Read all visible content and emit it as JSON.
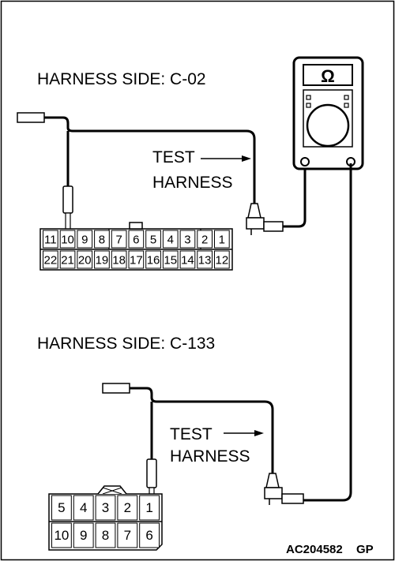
{
  "connector_top": {
    "title": "HARNESS SIDE: C-02",
    "row1": [
      "11",
      "10",
      "9",
      "8",
      "7",
      "6",
      "5",
      "4",
      "3",
      "2",
      "1"
    ],
    "row2": [
      "22",
      "21",
      "20",
      "19",
      "18",
      "17",
      "16",
      "15",
      "14",
      "13",
      "12"
    ]
  },
  "connector_bottom": {
    "title": "HARNESS SIDE: C-133",
    "row1": [
      "5",
      "4",
      "3",
      "2",
      "1"
    ],
    "row2": [
      "10",
      "9",
      "8",
      "7",
      "6"
    ]
  },
  "test_harness_label": {
    "line1": "TEST",
    "line2": "HARNESS"
  },
  "meter": {
    "symbol": "Ω"
  },
  "figure_code": {
    "code": "AC204582",
    "suffix": "GP"
  }
}
